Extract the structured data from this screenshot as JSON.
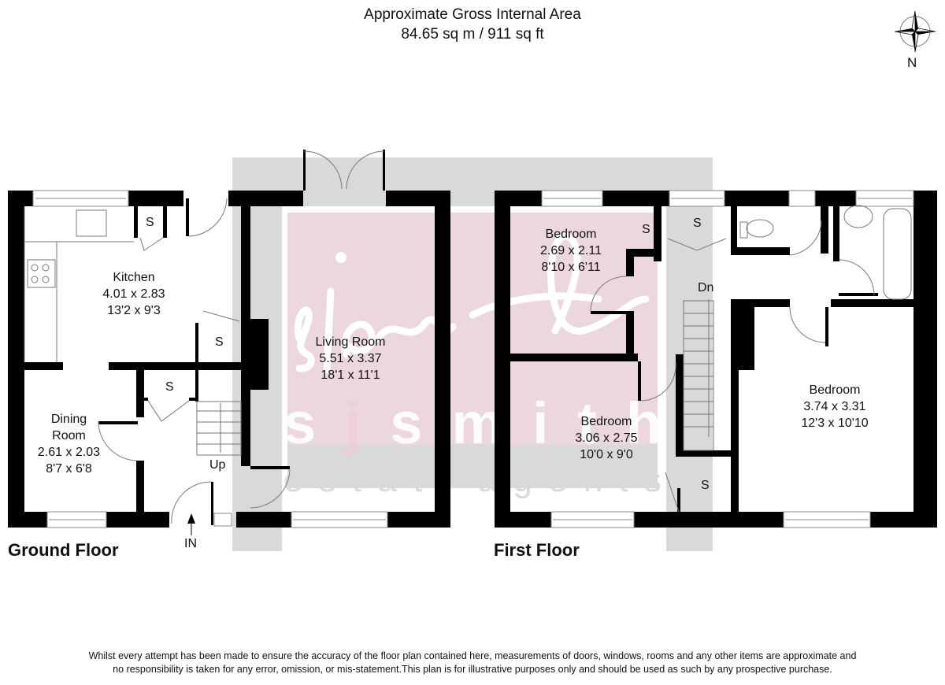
{
  "header": {
    "title_line1": "Approximate Gross Internal Area",
    "title_line2": "84.65 sq m / 911 sq ft"
  },
  "compass": {
    "icon": "compass-rose-icon",
    "label": "N"
  },
  "watermark": {
    "letters": [
      "s",
      "j",
      "s",
      "m",
      "i",
      "t",
      "h"
    ],
    "subtitle_letters": [
      "e",
      "s",
      "t",
      "a",
      "t",
      "",
      "a",
      "g",
      "e",
      "n",
      "t",
      "s"
    ],
    "colors": {
      "gray_box": "#d9d9d9",
      "pink_box": "#ecd7de",
      "accent_j": "#eccfd7"
    }
  },
  "ground_floor": {
    "label": "Ground Floor",
    "rooms": [
      {
        "name": "Kitchen",
        "metric": "4.01 x 2.83",
        "imperial": "13'2 x 9'3"
      },
      {
        "name_line1": "Dining",
        "name_line2": "Room",
        "metric": "2.61 x 2.03",
        "imperial": "8'7 x 6'8"
      },
      {
        "name": "Living Room",
        "metric": "5.51 x 3.37",
        "imperial": "18'1 x 11'1"
      }
    ],
    "storage_labels": [
      "S",
      "S",
      "S"
    ],
    "stairs_label": "Up",
    "entrance_label": "IN"
  },
  "first_floor": {
    "label": "First Floor",
    "rooms": [
      {
        "name": "Bedroom",
        "metric": "2.69 x 2.11",
        "imperial": "8'10 x 6'11"
      },
      {
        "name": "Bedroom",
        "metric": "3.06 x 2.75",
        "imperial": "10'0 x 9'0"
      },
      {
        "name": "Bedroom",
        "metric": "3.74 x 3.31",
        "imperial": "12'3 x 10'10"
      }
    ],
    "storage_labels": [
      "S",
      "S",
      "S"
    ],
    "stairs_label": "Dn"
  },
  "disclaimer": {
    "line1": "Whilst every attempt has been made to ensure the accuracy of the floor plan contained here, measurements of doors, windows, rooms and any other items are approximate and",
    "line2": "no responsibility is taken for any error, omission, or mis-statement.This plan is for illustrative purposes only and should be used as such by any prospective purchase."
  }
}
